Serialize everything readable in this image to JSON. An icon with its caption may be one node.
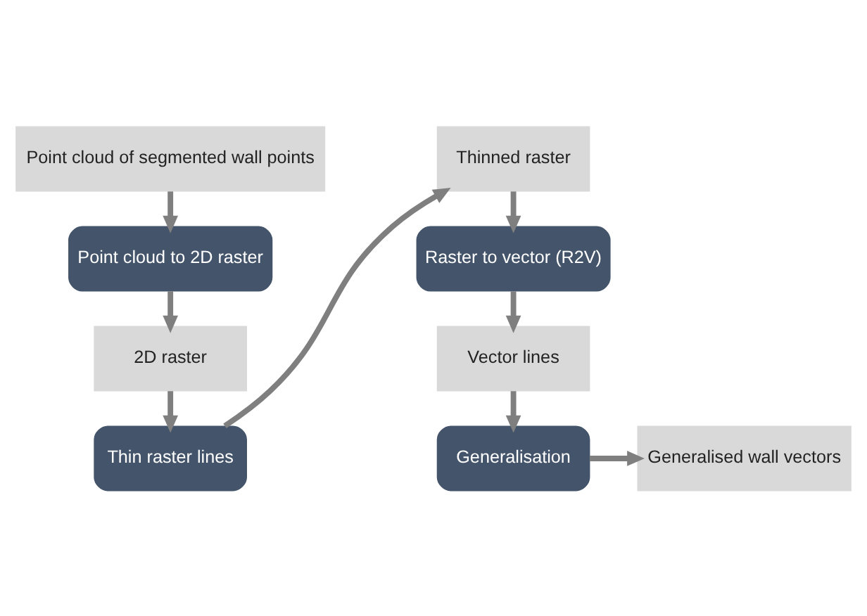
{
  "diagram": {
    "nodes": [
      {
        "text": [
          "Point cloud of segmented wall points"
        ]
      },
      {
        "text": [
          "Point cloud to 2D raster"
        ]
      },
      {
        "text": [
          "2D raster"
        ]
      },
      {
        "text": [
          "Thin raster lines"
        ]
      },
      {
        "text": [
          "Thinned raster"
        ]
      },
      {
        "text": [
          "Raster to vector (R2V)"
        ]
      },
      {
        "text": [
          "Vector lines"
        ]
      },
      {
        "text": [
          "Generalisation"
        ]
      },
      {
        "text": [
          "Generalised wall vectors"
        ]
      }
    ],
    "edges": [
      {
        "from": 0,
        "to": 1,
        "arrow": "to"
      },
      {
        "from": 1,
        "to": 2,
        "arrow": "to"
      },
      {
        "from": 2,
        "to": 3,
        "arrow": "to"
      },
      {
        "from": 3,
        "to": 4,
        "arrow": "to"
      },
      {
        "from": 4,
        "to": 5,
        "arrow": "to"
      },
      {
        "from": 5,
        "to": 6,
        "arrow": "to"
      },
      {
        "from": 6,
        "to": 7,
        "arrow": "to"
      },
      {
        "from": 7,
        "to": 8,
        "arrow": "to"
      }
    ]
  }
}
